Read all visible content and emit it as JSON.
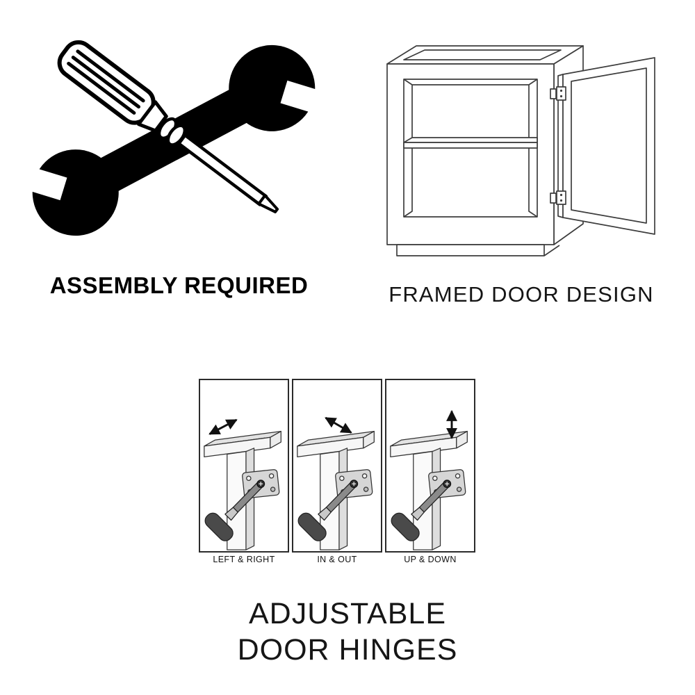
{
  "sections": {
    "assembly": {
      "label": "ASSEMBLY REQUIRED"
    },
    "framed_door": {
      "label": "FRAMED DOOR DESIGN"
    },
    "adjustable_hinges": {
      "panel_labels": [
        "LEFT & RIGHT",
        "IN & OUT",
        "UP & DOWN"
      ],
      "title_line1": "ADJUSTABLE",
      "title_line2": "DOOR HINGES"
    }
  },
  "icons": {
    "assembly": "wrench-and-screwdriver",
    "framed_door": "base-cabinet-with-open-door",
    "hinge_panels": "hinge-adjustment-diagram",
    "arrows": "double-headed-arrow"
  },
  "colors": {
    "ink": "#000000",
    "line": "#3d3d3d",
    "text": "#141414",
    "panel_border": "#2b2b2b"
  }
}
